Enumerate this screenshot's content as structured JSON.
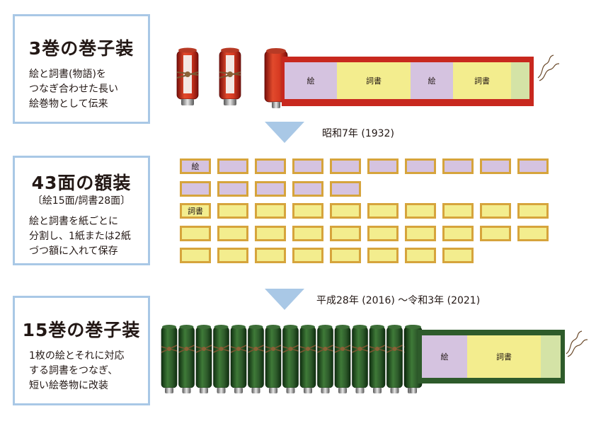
{
  "sections": [
    {
      "title": "3巻の巻子装",
      "subtitle": "",
      "description": "絵と詞書(物語)を\nつなぎ合わせた長い\n絵巻物として伝来"
    },
    {
      "title": "43面の額装",
      "subtitle": "〔絵15面/詞書28面〕",
      "description": "絵と詞書を紙ごとに\n分割し、1紙または2紙\nづつ額に入れて保存"
    },
    {
      "title": "15巻の巻子装",
      "subtitle": "",
      "description": "1枚の絵とそれに対応\nする詞書をつなぎ、\n短い絵巻物に改装"
    }
  ],
  "eras": [
    "昭和7年 (1932)",
    "平成28年 (2016) 〜令和3年 (2021)"
  ],
  "labels": {
    "picture": "絵",
    "text": "詞書"
  },
  "counts": {
    "picture_frames": 15,
    "text_frames": 28,
    "old_scrolls": 3,
    "new_scrolls": 15
  },
  "colors": {
    "picture": "#d5c3e0",
    "text": "#f3ed8e",
    "frame": "#d6a43c",
    "old_scroll": "#c8281e",
    "new_scroll": "#2e5b2b",
    "end_panel": "#d4e3a6",
    "arrow": "#a9c8e6"
  }
}
